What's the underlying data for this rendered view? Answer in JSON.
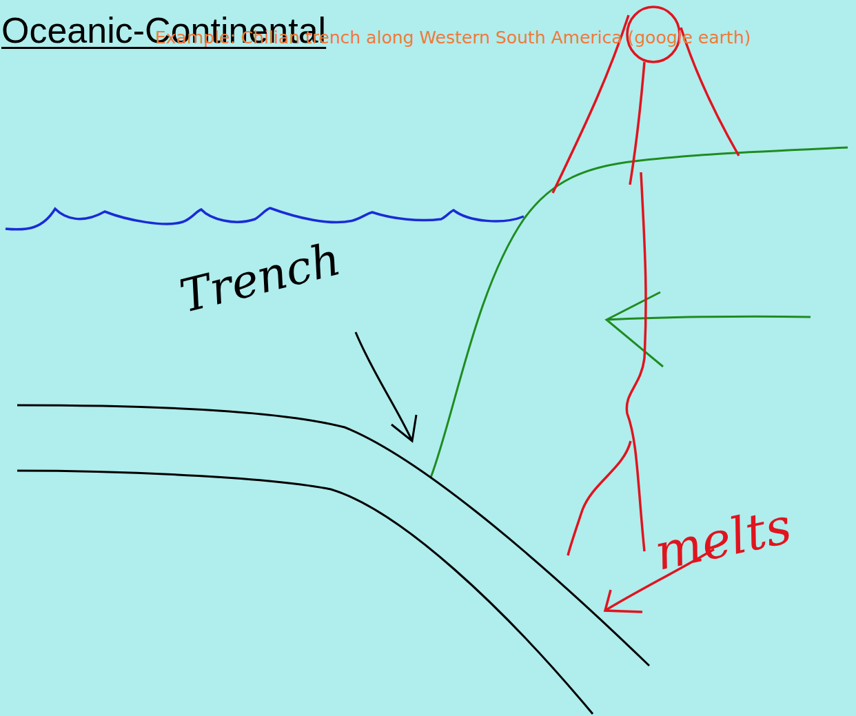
{
  "diagram": {
    "title": "Oceanic-Continental",
    "labels": [
      "Example: Chilian trench along Western South America (google earth)",
      "Trench",
      "melts"
    ]
  }
}
